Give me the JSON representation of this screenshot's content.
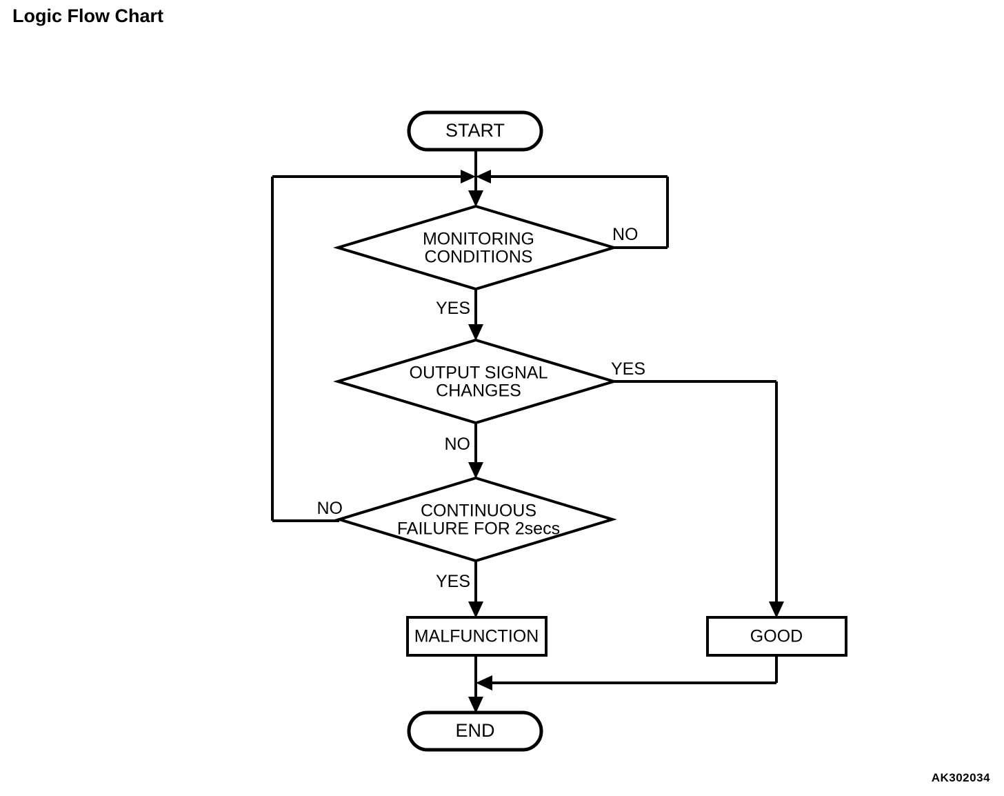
{
  "page": {
    "title": "Logic Flow Chart",
    "reference_code": "AK302034",
    "background_color": "#ffffff",
    "line_color": "#000000"
  },
  "chart_data": {
    "type": "diagram",
    "diagram_kind": "flowchart",
    "title": "Logic Flow Chart",
    "nodes": [
      {
        "id": "start",
        "shape": "stadium",
        "label": "START"
      },
      {
        "id": "monitoring",
        "shape": "diamond",
        "label_line1": "MONITORING",
        "label_line2": "CONDITIONS"
      },
      {
        "id": "output",
        "shape": "diamond",
        "label_line1": "OUTPUT SIGNAL",
        "label_line2": "CHANGES"
      },
      {
        "id": "continuous",
        "shape": "diamond",
        "label_line1": "CONTINUOUS",
        "label_line2": "FAILURE FOR 2secs"
      },
      {
        "id": "malfunction",
        "shape": "rectangle",
        "label": "MALFUNCTION"
      },
      {
        "id": "good",
        "shape": "rectangle",
        "label": "GOOD"
      },
      {
        "id": "end",
        "shape": "stadium",
        "label": "END"
      }
    ],
    "edges": [
      {
        "from": "start",
        "to": "monitoring",
        "label": ""
      },
      {
        "from": "monitoring",
        "to": "monitoring",
        "label": "NO",
        "routing": "right-loop-back-to-junction"
      },
      {
        "from": "monitoring",
        "to": "output",
        "label": "YES"
      },
      {
        "from": "output",
        "to": "good",
        "label": "YES",
        "routing": "right-then-down"
      },
      {
        "from": "output",
        "to": "continuous",
        "label": "NO"
      },
      {
        "from": "continuous",
        "to": "monitoring",
        "label": "NO",
        "routing": "left-loop-back-to-junction"
      },
      {
        "from": "continuous",
        "to": "malfunction",
        "label": "YES"
      },
      {
        "from": "malfunction",
        "to": "end",
        "label": ""
      },
      {
        "from": "good",
        "to": "end",
        "label": "",
        "routing": "down-then-left-merge"
      }
    ]
  },
  "labels": {
    "start": "START",
    "monitoring_l1": "MONITORING",
    "monitoring_l2": "CONDITIONS",
    "monitoring_no": "NO",
    "monitoring_yes": "YES",
    "output_l1": "OUTPUT SIGNAL",
    "output_l2": "CHANGES",
    "output_yes": "YES",
    "output_no": "NO",
    "continuous_l1": "CONTINUOUS",
    "continuous_l2": "FAILURE FOR 2secs",
    "continuous_no": "NO",
    "continuous_yes": "YES",
    "malfunction": "MALFUNCTION",
    "good": "GOOD",
    "end": "END"
  }
}
